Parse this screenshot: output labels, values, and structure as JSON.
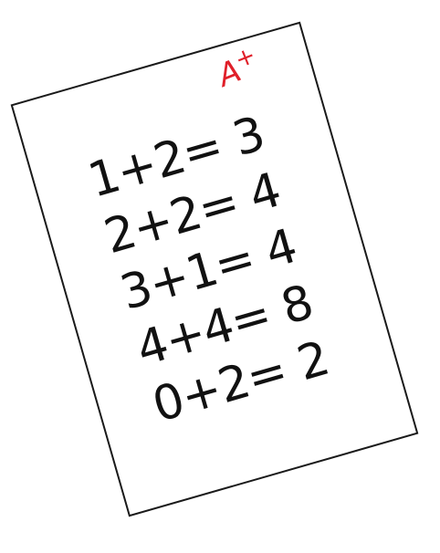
{
  "grade": {
    "letter": "A",
    "modifier": "+",
    "color": "#e0202a"
  },
  "problems": [
    "1+2= 3",
    "2+2= 4",
    "3+1= 4",
    "4+4= 8",
    "0+2= 2"
  ]
}
